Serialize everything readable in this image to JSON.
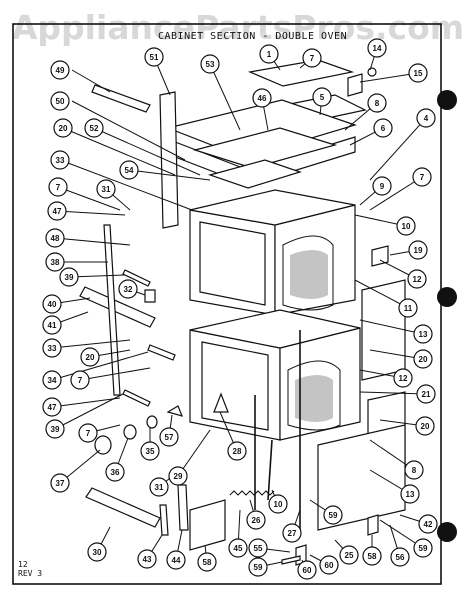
{
  "watermark": "AppliancePartsPros.com",
  "title": "CABINET SECTION - DOUBLE OVEN",
  "revision": {
    "page": "12",
    "rev": "REV 3"
  },
  "callouts": [
    {
      "label": "1"
    },
    {
      "label": "7"
    },
    {
      "label": "14"
    },
    {
      "label": "15"
    },
    {
      "label": "49"
    },
    {
      "label": "51"
    },
    {
      "label": "53"
    },
    {
      "label": "46"
    },
    {
      "label": "5"
    },
    {
      "label": "8"
    },
    {
      "label": "50"
    },
    {
      "label": "6"
    },
    {
      "label": "4"
    },
    {
      "label": "20"
    },
    {
      "label": "52"
    },
    {
      "label": "33"
    },
    {
      "label": "54"
    },
    {
      "label": "9"
    },
    {
      "label": "7"
    },
    {
      "label": "7"
    },
    {
      "label": "31"
    },
    {
      "label": "10"
    },
    {
      "label": "47"
    },
    {
      "label": "48"
    },
    {
      "label": "19"
    },
    {
      "label": "38"
    },
    {
      "label": "12"
    },
    {
      "label": "39"
    },
    {
      "label": "32"
    },
    {
      "label": "11"
    },
    {
      "label": "40"
    },
    {
      "label": "41"
    },
    {
      "label": "13"
    },
    {
      "label": "33"
    },
    {
      "label": "20"
    },
    {
      "label": "20"
    },
    {
      "label": "34"
    },
    {
      "label": "7"
    },
    {
      "label": "12"
    },
    {
      "label": "21"
    },
    {
      "label": "47"
    },
    {
      "label": "39"
    },
    {
      "label": "20"
    },
    {
      "label": "7"
    },
    {
      "label": "57"
    },
    {
      "label": "28"
    },
    {
      "label": "37"
    },
    {
      "label": "36"
    },
    {
      "label": "35"
    },
    {
      "label": "29"
    },
    {
      "label": "8"
    },
    {
      "label": "31"
    },
    {
      "label": "13"
    },
    {
      "label": "26"
    },
    {
      "label": "10"
    },
    {
      "label": "27"
    },
    {
      "label": "30"
    },
    {
      "label": "45"
    },
    {
      "label": "59"
    },
    {
      "label": "60"
    },
    {
      "label": "42"
    },
    {
      "label": "43"
    },
    {
      "label": "44"
    },
    {
      "label": "58"
    },
    {
      "label": "55"
    },
    {
      "label": "59"
    },
    {
      "label": "60"
    },
    {
      "label": "25"
    },
    {
      "label": "58"
    },
    {
      "label": "56"
    },
    {
      "label": "59"
    }
  ]
}
